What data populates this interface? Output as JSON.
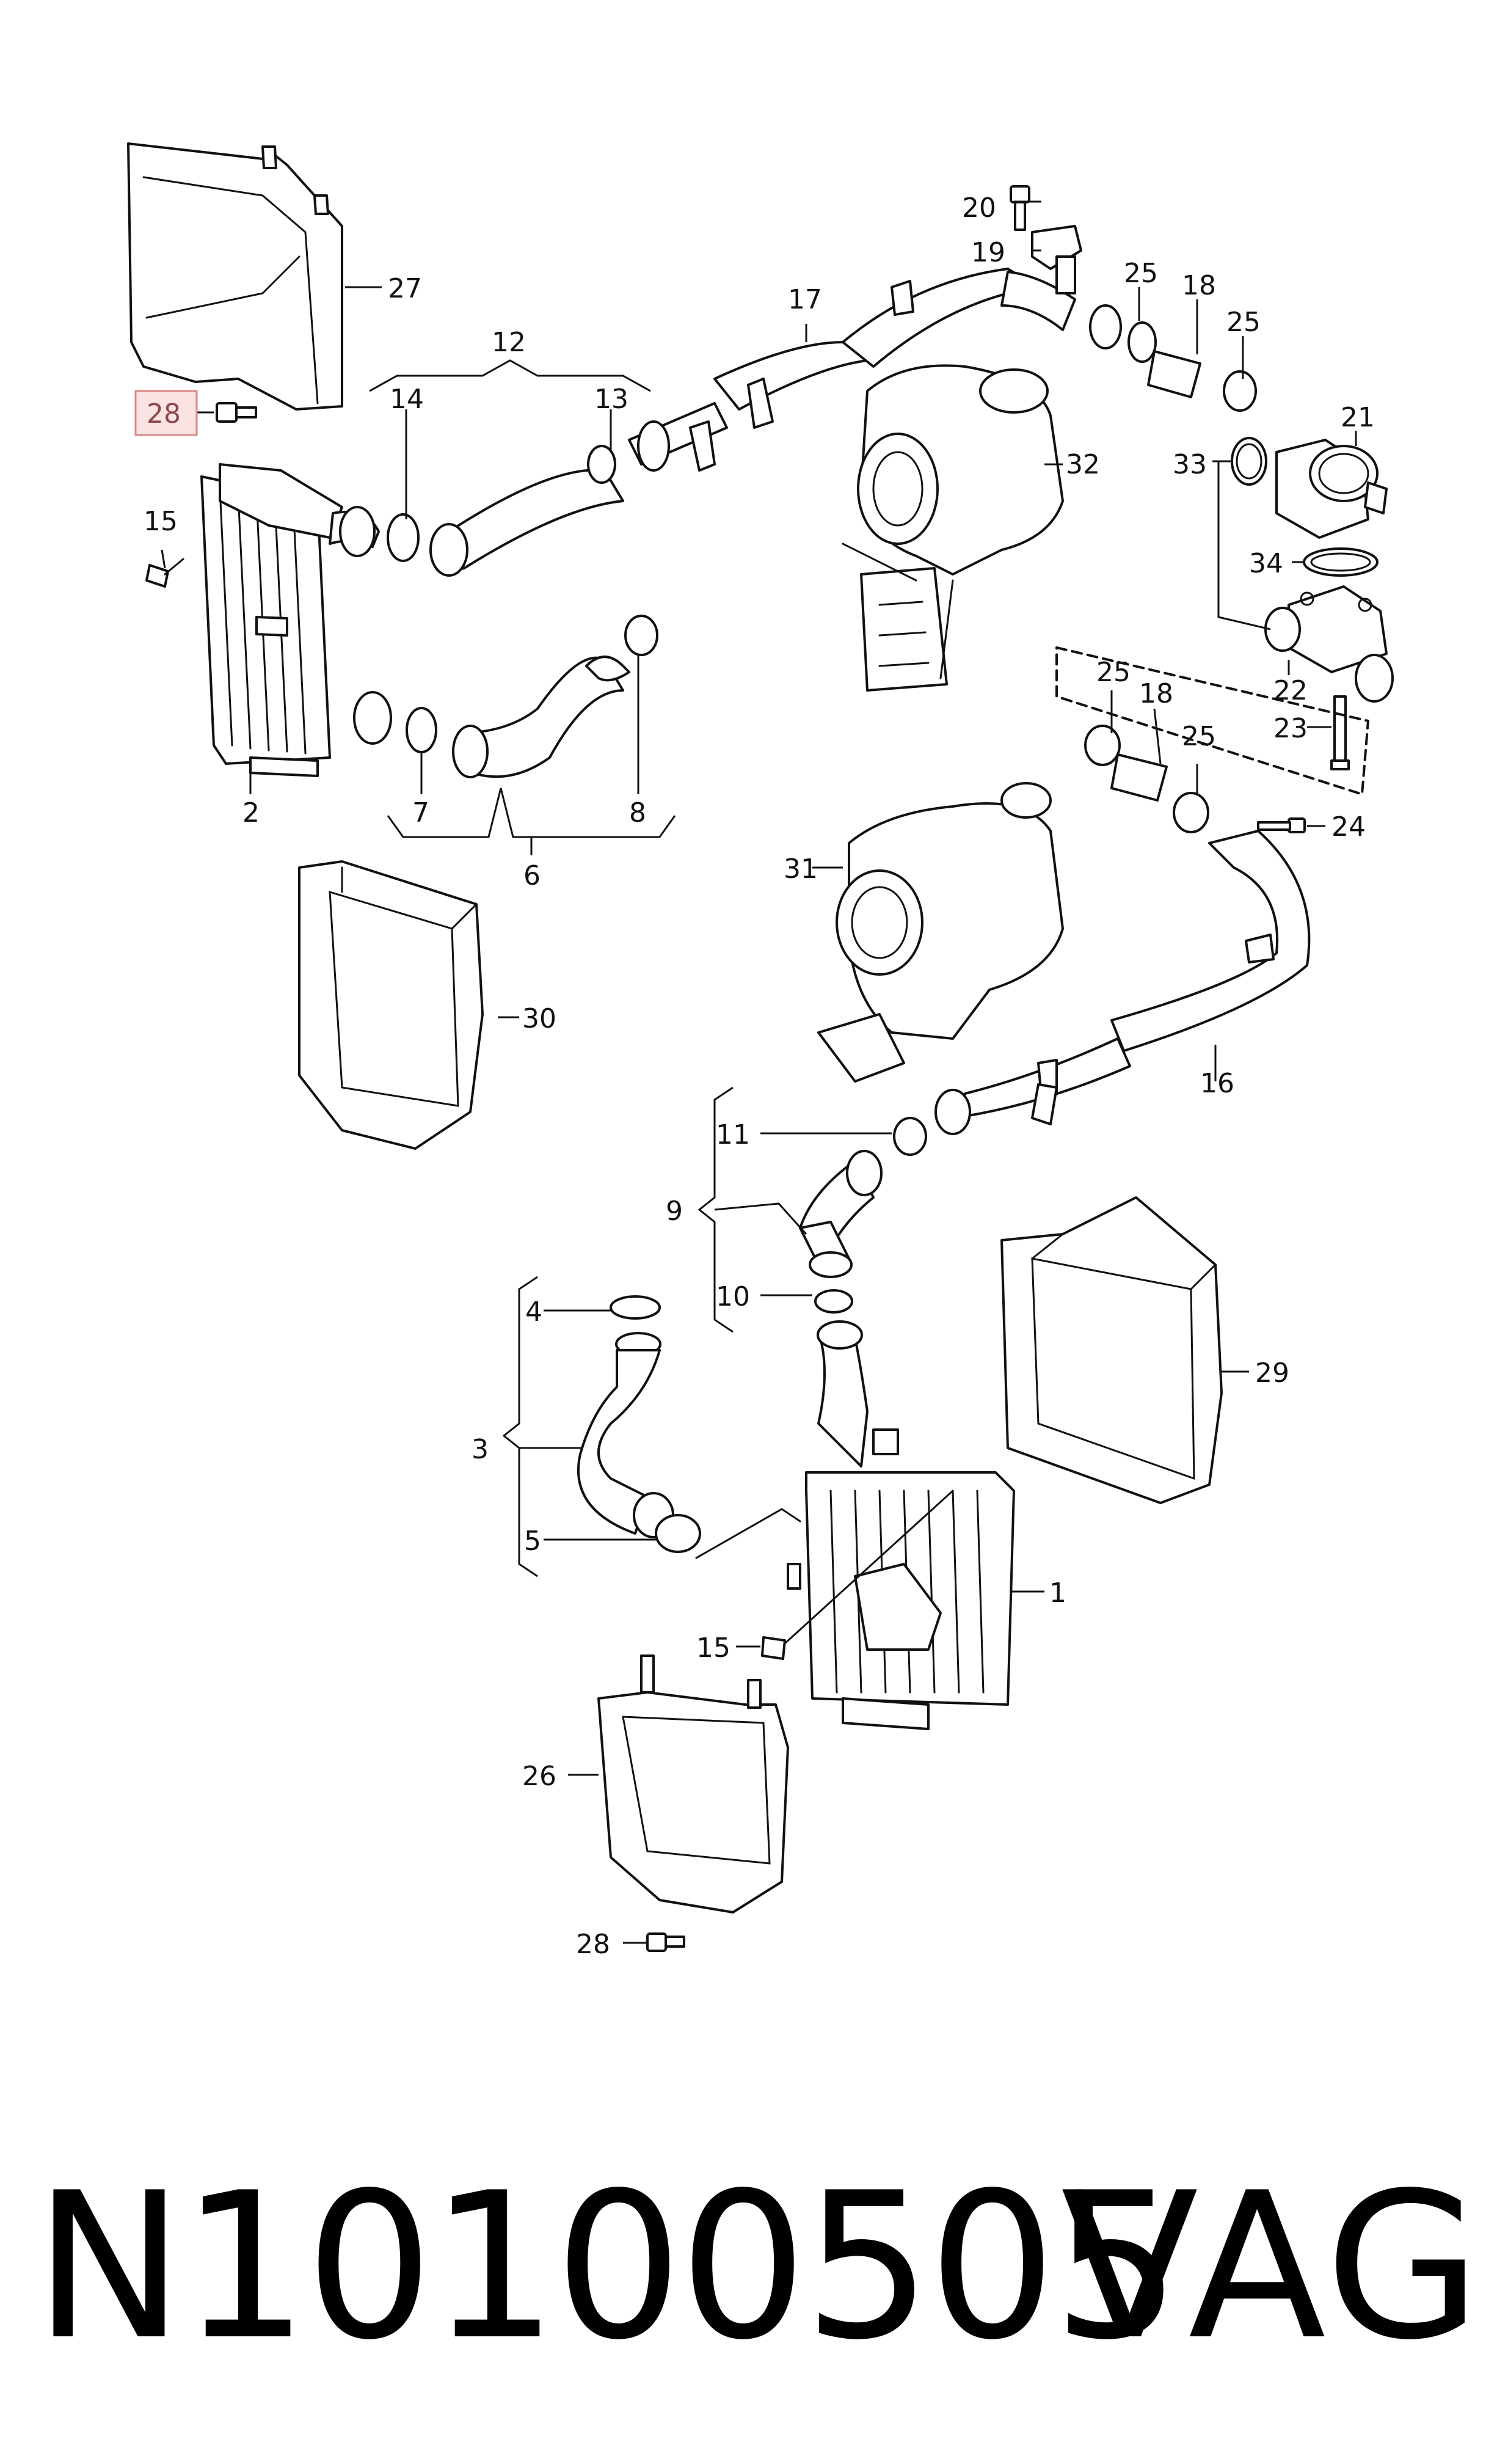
{
  "callouts": {
    "c1": "1",
    "c2": "2",
    "c3": "3",
    "c4": "4",
    "c5": "5",
    "c6": "6",
    "c7": "7",
    "c8": "8",
    "c9": "9",
    "c10": "10",
    "c11": "11",
    "c12": "12",
    "c13": "13",
    "c14": "14",
    "c15a": "15",
    "c15b": "15",
    "c16": "16",
    "c17": "17",
    "c18a": "18",
    "c18b": "18",
    "c19": "19",
    "c20": "20",
    "c21": "21",
    "c22": "22",
    "c23": "23",
    "c24": "24",
    "c25a": "25",
    "c25b": "25",
    "c25c": "25",
    "c25d": "25",
    "c26": "26",
    "c27": "27",
    "c28a": "28",
    "c28b": "28",
    "c29": "29",
    "c30": "30",
    "c31": "31",
    "c32": "32",
    "c33": "33",
    "c34": "34"
  },
  "highlight": {
    "color": "#fbe3e3",
    "border": "#d88888",
    "callout": "28"
  },
  "footer": {
    "part_number": "N10100505",
    "brand": "VAG"
  }
}
